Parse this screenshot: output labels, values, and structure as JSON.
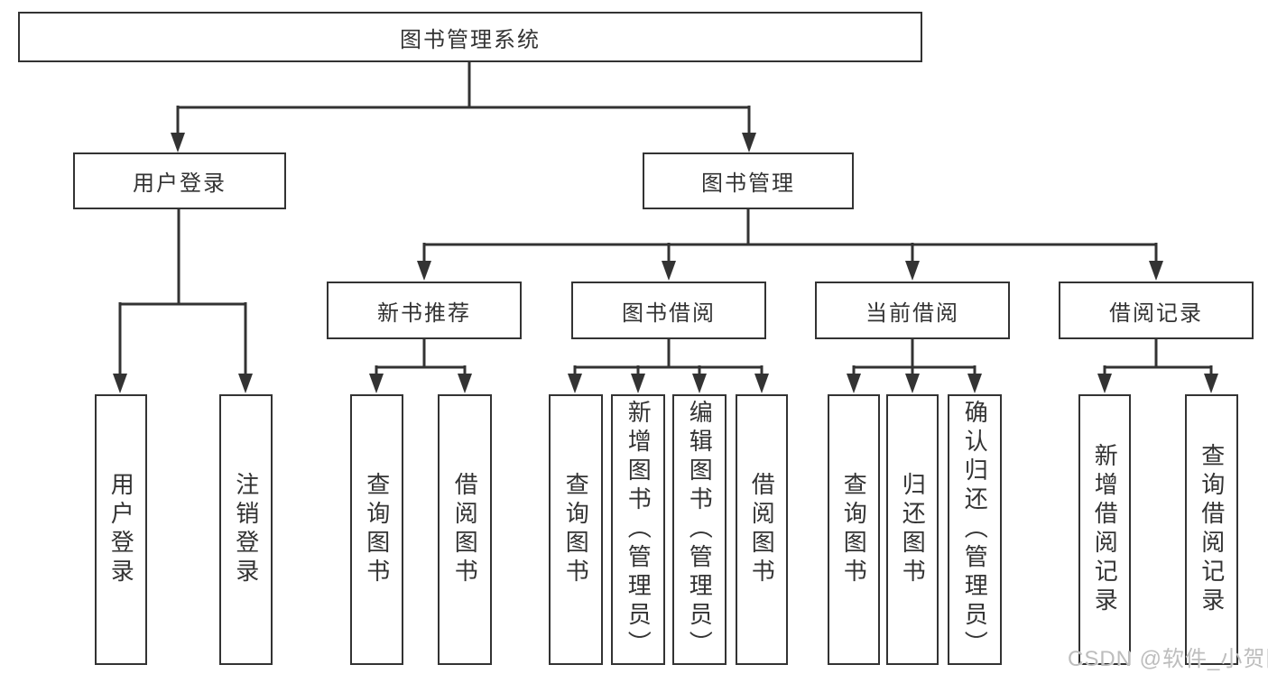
{
  "nodes": {
    "root": "图书管理系统",
    "user_login": "用户登录",
    "book_management": "图书管理",
    "new_book_recommend": "新书推荐",
    "book_borrowing": "图书借阅",
    "current_borrowing": "当前借阅",
    "borrowing_records": "借阅记录",
    "login_user_login": "用户登录",
    "login_logout": "注销登录",
    "recommend_query_book": "查询图书",
    "recommend_borrow_book": "借阅图书",
    "borrowing_query_book": "查询图书",
    "borrowing_add_book": "新增图书（管理员）",
    "borrowing_edit_book": "编辑图书（管理员）",
    "borrowing_borrow_book": "借阅图书",
    "current_query_book": "查询图书",
    "current_return_book": "归还图书",
    "current_confirm_return": "确认归还（管理员）",
    "records_add_record": "新增借阅记录",
    "records_query_record": "查询借阅记录"
  },
  "watermark": "CSDN @软件_小贺同学",
  "colors": {
    "line": "#333333",
    "border": "#333333",
    "fill": "#ffffff",
    "text": "#333333",
    "watermark": "#bdbdbd",
    "background": "#ffffff"
  }
}
